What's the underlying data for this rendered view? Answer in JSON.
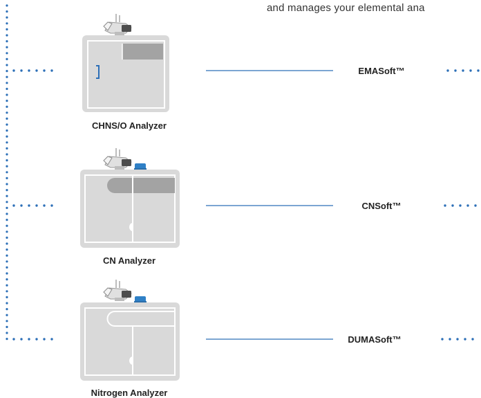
{
  "intro_text": "and manages your elemental ana",
  "colors": {
    "accent": "#2c6fb7",
    "device_body": "#d9d9d9",
    "device_outline": "#ffffff",
    "device_panel": "#a3a3a3",
    "bottle_cap": "#2f80c6"
  },
  "rows": [
    {
      "analyzer": "CHNS/O Analyzer",
      "software": "EMASoft™"
    },
    {
      "analyzer": "CN Analyzer",
      "software": "CNSoft™"
    },
    {
      "analyzer": "Nitrogen Analyzer",
      "software": "DUMASoft™"
    }
  ]
}
